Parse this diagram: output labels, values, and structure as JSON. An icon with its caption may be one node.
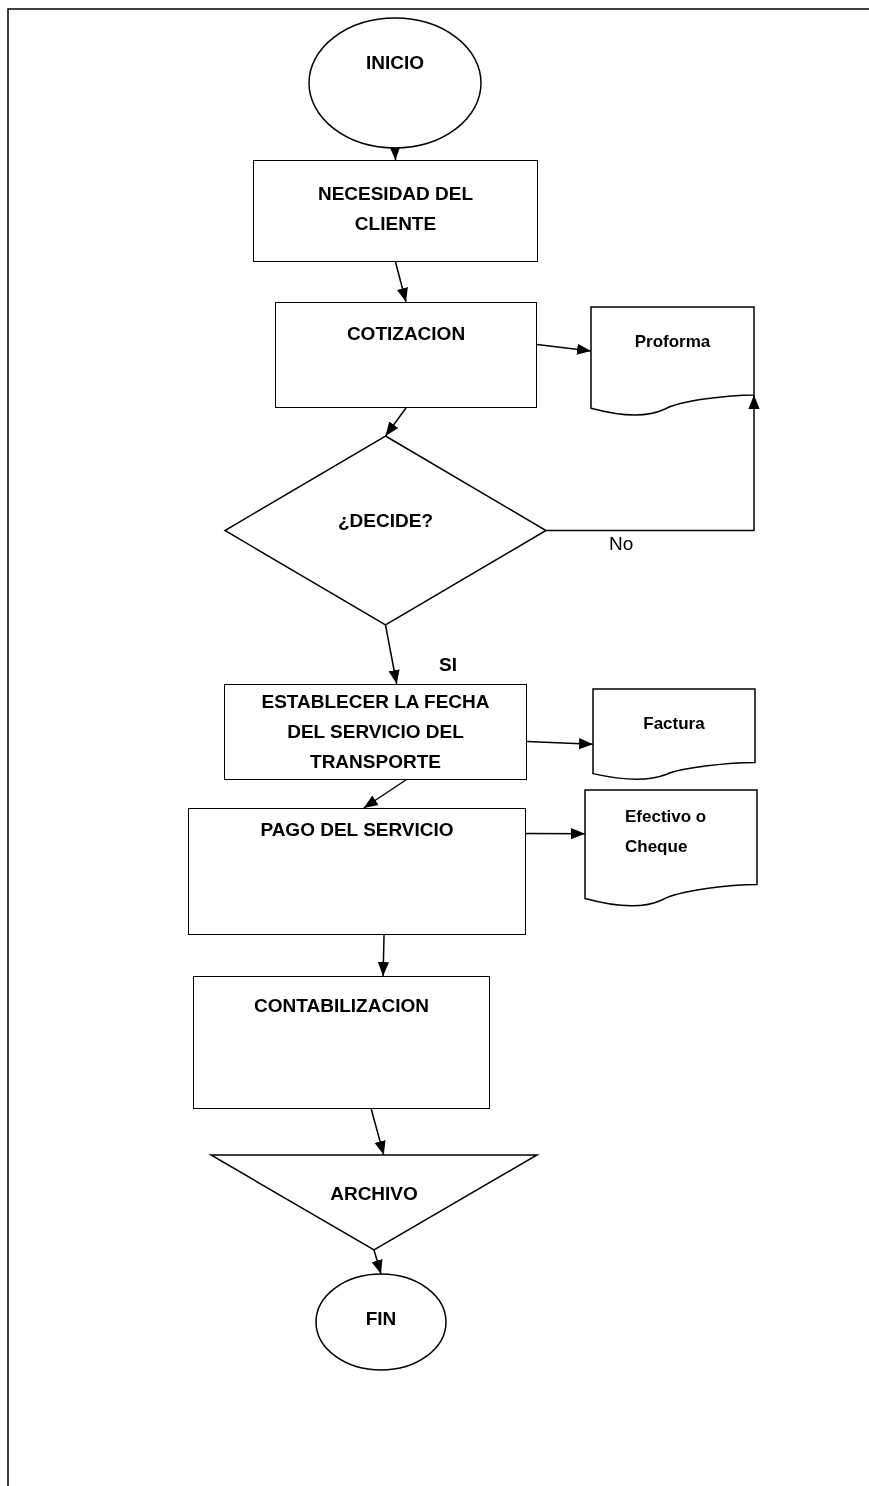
{
  "diagram": {
    "nodes": [
      {
        "text": [
          "INICIO"
        ]
      },
      {
        "text": [
          "NECESIDAD DEL CLIENTE"
        ]
      },
      {
        "text": [
          "COTIZACION"
        ]
      },
      {
        "text": [
          "Proforma"
        ]
      },
      {
        "text": [
          "¿DECIDE?"
        ]
      },
      {
        "text": [
          "ESTABLECER LA FECHA DEL SERVICIO DEL TRANSPORTE"
        ]
      },
      {
        "text": [
          "Factura"
        ]
      },
      {
        "text": [
          "PAGO DEL SERVICIO"
        ]
      },
      {
        "text": [
          "Efectivo o Cheque"
        ]
      },
      {
        "text": [
          "CONTABILIZACION"
        ]
      },
      {
        "text": [
          "ARCHIVO"
        ]
      },
      {
        "text": [
          "FIN"
        ]
      }
    ],
    "edges": [
      {
        "from": 0,
        "to": 1,
        "arrow": "to"
      },
      {
        "from": 1,
        "to": 2,
        "arrow": "to"
      },
      {
        "from": 2,
        "to": 3,
        "arrow": "to"
      },
      {
        "from": 2,
        "to": 4,
        "arrow": "to"
      },
      {
        "from": 4,
        "to": 3,
        "arrow": "to",
        "label": "No"
      },
      {
        "from": 4,
        "to": 5,
        "arrow": "to",
        "label": "SI"
      },
      {
        "from": 5,
        "to": 6,
        "arrow": "to"
      },
      {
        "from": 5,
        "to": 7,
        "arrow": "to"
      },
      {
        "from": 7,
        "to": 8,
        "arrow": "to"
      },
      {
        "from": 7,
        "to": 9,
        "arrow": "to"
      },
      {
        "from": 9,
        "to": 10,
        "arrow": "to"
      },
      {
        "from": 10,
        "to": 11,
        "arrow": "to"
      }
    ]
  }
}
